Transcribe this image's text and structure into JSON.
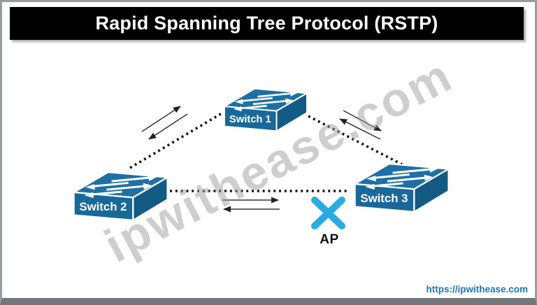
{
  "title": "Rapid Spanning Tree Protocol (RSTP)",
  "watermark": "ipwithease.com",
  "footer": {
    "link": "https://ipwithease.com"
  },
  "diagram": {
    "switches": [
      {
        "label": "Switch 1",
        "position": "top-center"
      },
      {
        "label": "Switch 2",
        "position": "bottom-left"
      },
      {
        "label": "Switch 3",
        "position": "bottom-right"
      }
    ],
    "blocked_port_label": "AP",
    "links": [
      {
        "from": "Switch 2",
        "to": "Switch 1",
        "style": "dotted",
        "traffic_arrows": "both-directions"
      },
      {
        "from": "Switch 1",
        "to": "Switch 3",
        "style": "dotted",
        "traffic_arrows": "both-directions"
      },
      {
        "from": "Switch 2",
        "to": "Switch 3",
        "style": "dotted",
        "traffic_arrows": "both-directions",
        "blocked_at": "AP (alternate port, marked with X)"
      }
    ],
    "colors": {
      "switch_top": "#1E70A4",
      "switch_front": "#19689A",
      "switch_side": "#135A84",
      "blocked_x": "#29ABE2",
      "link_line": "#161616",
      "watermark": "#9E9E9E",
      "footer_link": "#1B75BC",
      "title_bg": "#000000",
      "title_text": "#FFFFFF"
    }
  }
}
